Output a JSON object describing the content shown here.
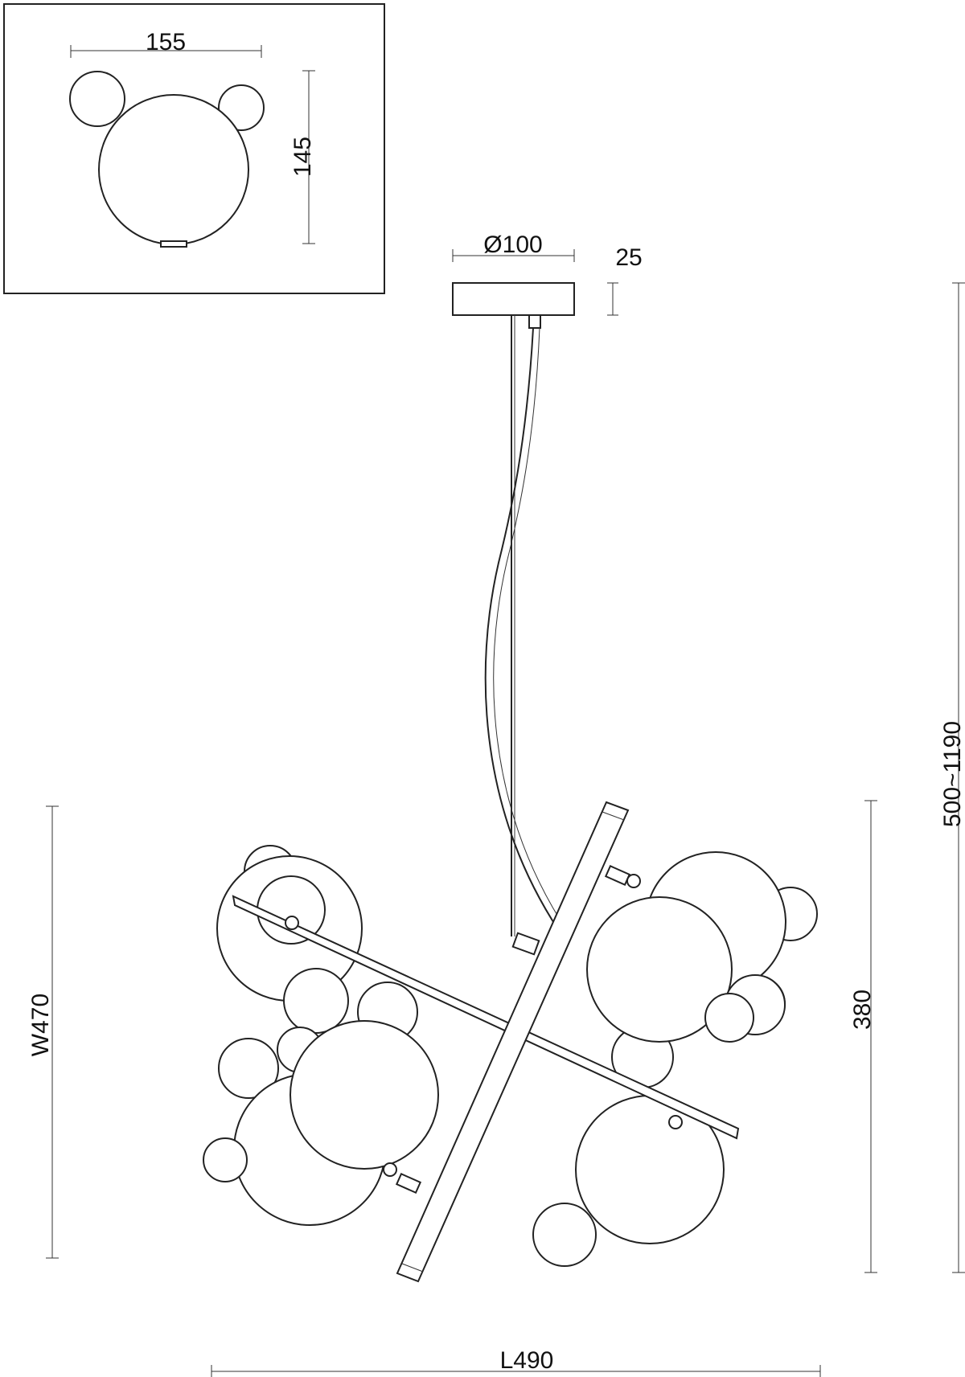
{
  "drawing": {
    "line_color": "#222222",
    "background": "#ffffff",
    "dimensions": {
      "detail_width": "155",
      "detail_height": "145",
      "canopy_diameter": "Ø100",
      "canopy_height": "25",
      "total_height": "500~1190",
      "fixture_height": "380",
      "width": "W470",
      "length": "L490"
    }
  }
}
